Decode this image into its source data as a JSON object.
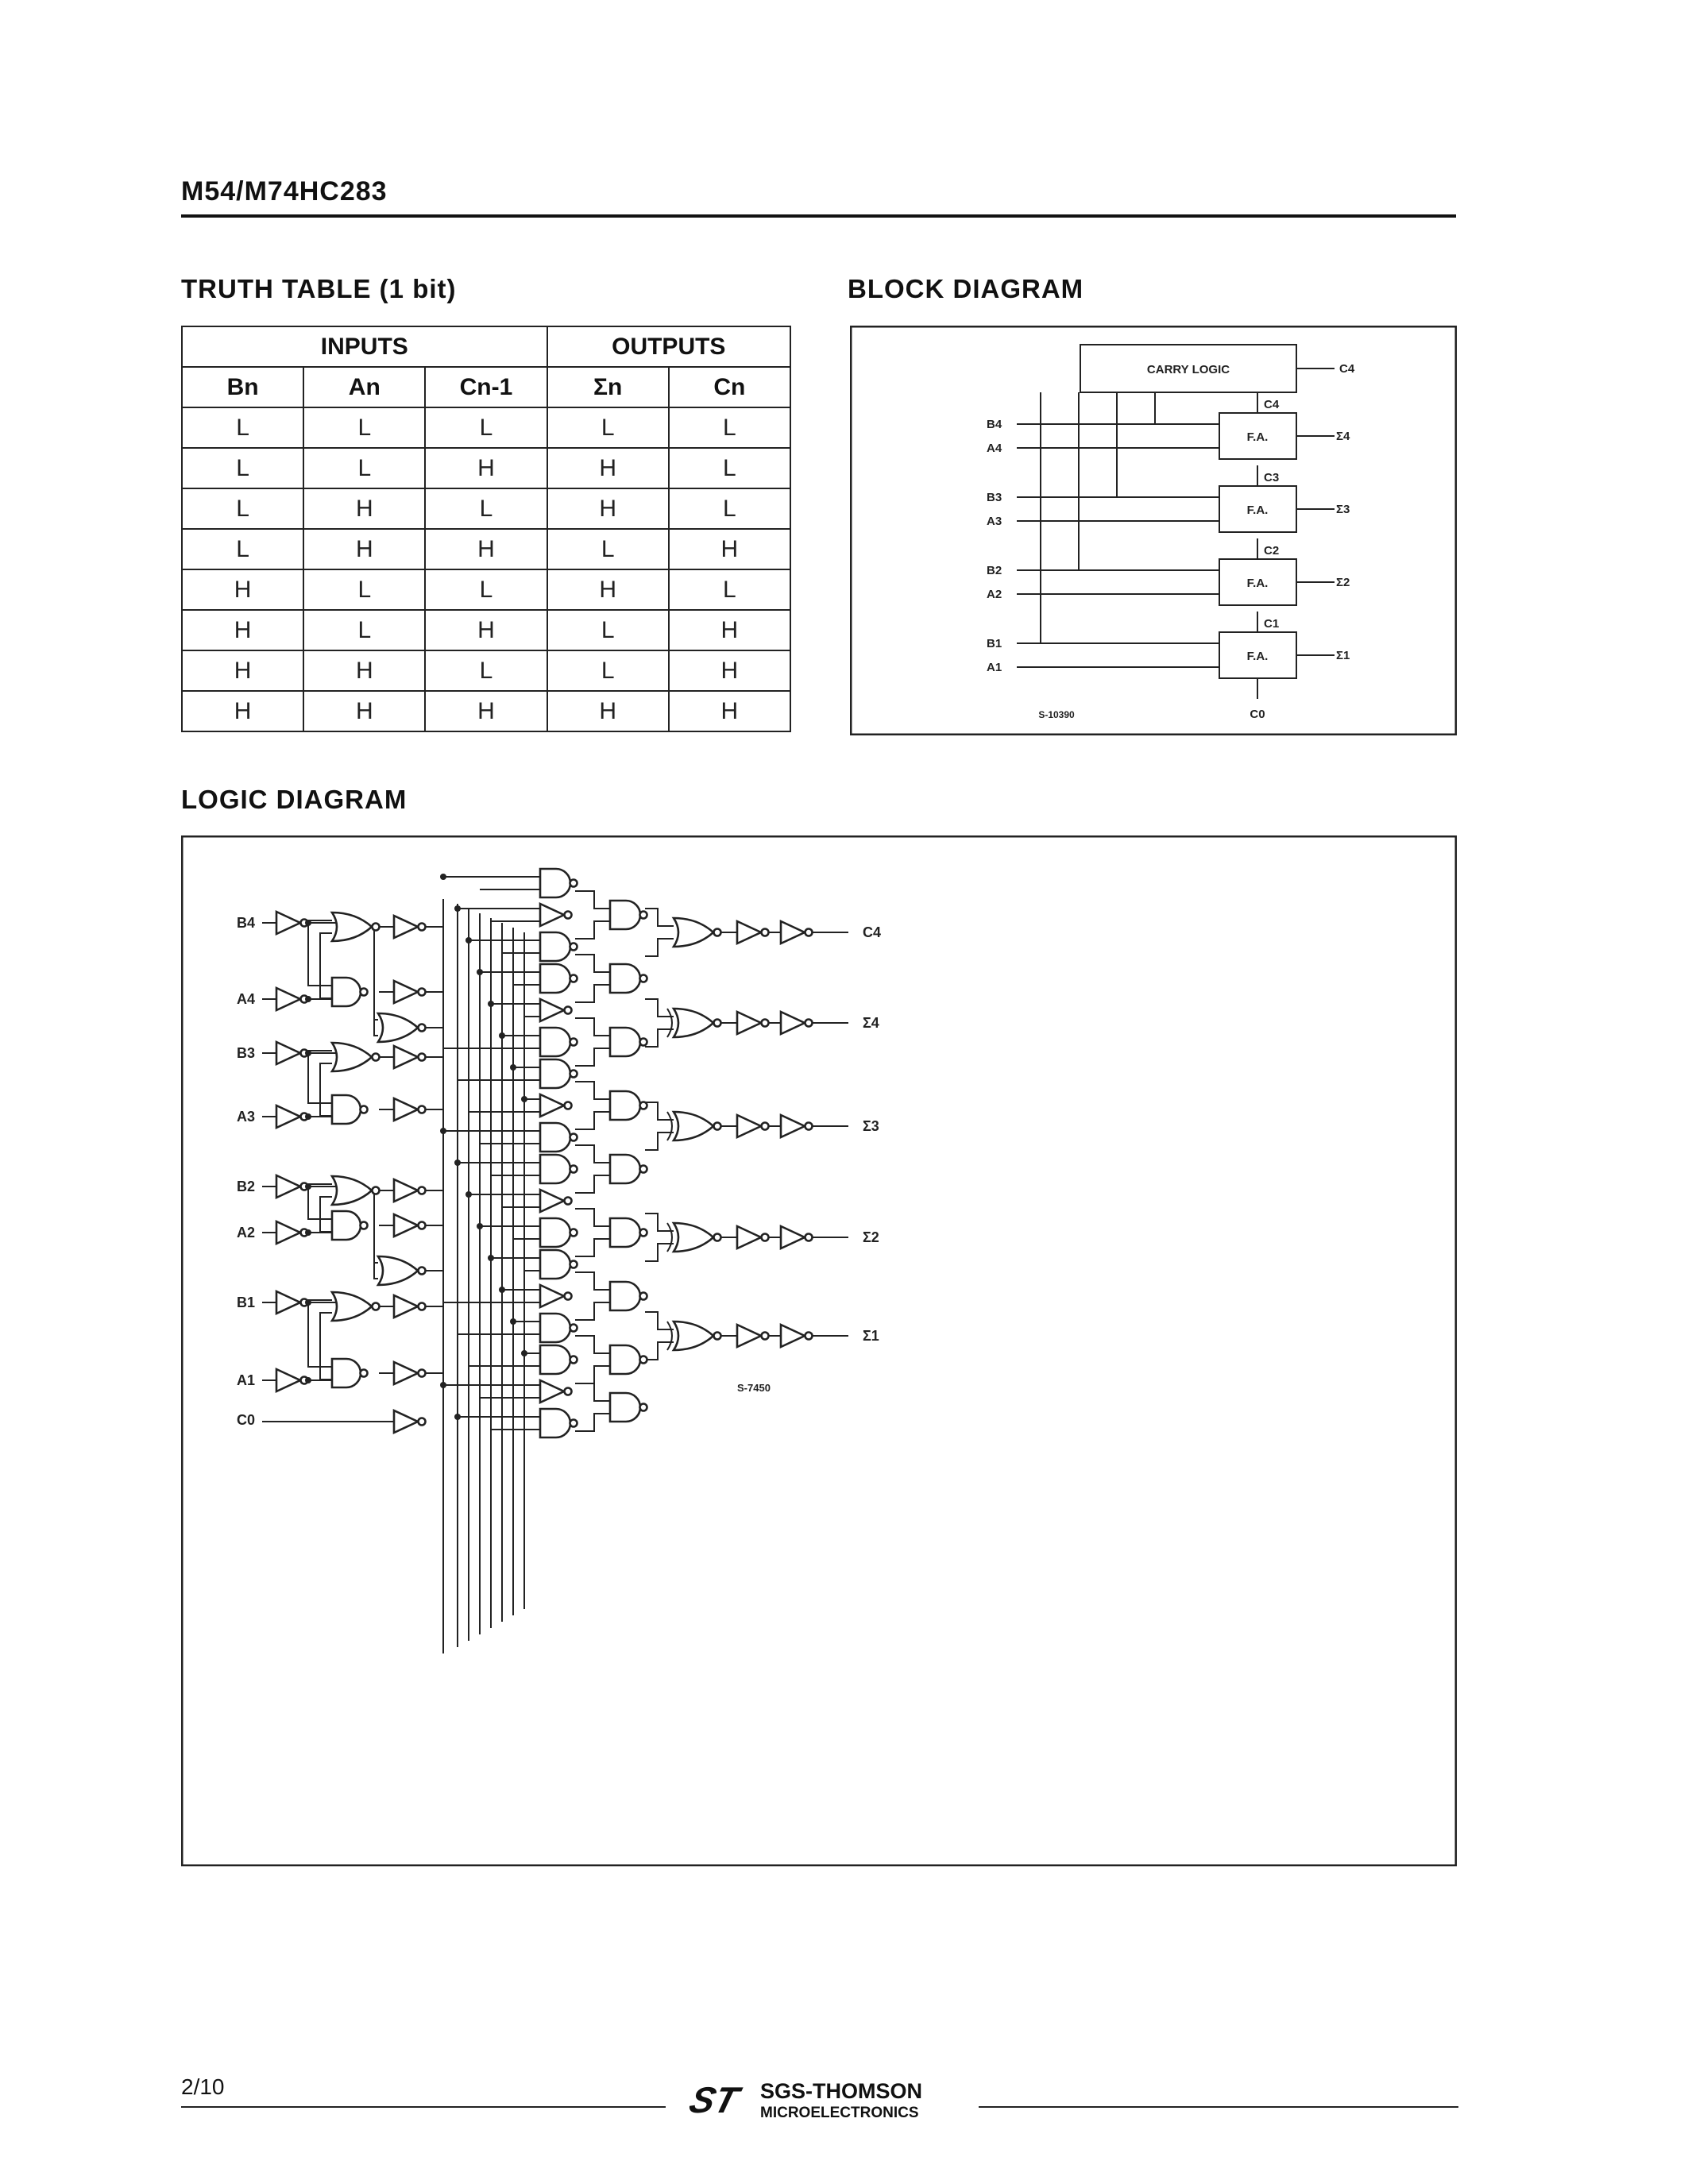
{
  "header": {
    "title": "M54/M74HC283"
  },
  "truth_table": {
    "title": "TRUTH TABLE (1 bit)",
    "group_inputs": "INPUTS",
    "group_outputs": "OUTPUTS",
    "columns": [
      "Bn",
      "An",
      "Cn-1",
      "Σn",
      "Cn"
    ],
    "rows": [
      [
        "L",
        "L",
        "L",
        "L",
        "L"
      ],
      [
        "L",
        "L",
        "H",
        "H",
        "L"
      ],
      [
        "L",
        "H",
        "L",
        "H",
        "L"
      ],
      [
        "L",
        "H",
        "H",
        "L",
        "H"
      ],
      [
        "H",
        "L",
        "L",
        "H",
        "L"
      ],
      [
        "H",
        "L",
        "H",
        "L",
        "H"
      ],
      [
        "H",
        "H",
        "L",
        "L",
        "H"
      ],
      [
        "H",
        "H",
        "H",
        "H",
        "H"
      ]
    ]
  },
  "block_diagram": {
    "title": "BLOCK DIAGRAM",
    "carry_logic": "CARRY LOGIC",
    "fa_label": "F.A.",
    "inputs": [
      "B4",
      "A4",
      "B3",
      "A3",
      "B2",
      "A2",
      "B1",
      "A1"
    ],
    "outputs": [
      "Σ4",
      "Σ3",
      "Σ2",
      "Σ1"
    ],
    "carry_out": "C4",
    "carries": [
      "C4",
      "C3",
      "C2",
      "C1"
    ],
    "carry_in": "C0",
    "ref": "S-10390"
  },
  "logic_diagram": {
    "title": "LOGIC DIAGRAM",
    "inputs": [
      "B4",
      "A4",
      "B3",
      "A3",
      "B2",
      "A2",
      "B1",
      "A1",
      "C0"
    ],
    "outputs": [
      "C4",
      "Σ4",
      "Σ3",
      "Σ2",
      "Σ1"
    ],
    "ref": "S-7450"
  },
  "footer": {
    "page": "2/10",
    "brand": "SGS-THOMSON",
    "brand_sub": "MICROELECTRONICS",
    "logo_mark": "ST"
  }
}
